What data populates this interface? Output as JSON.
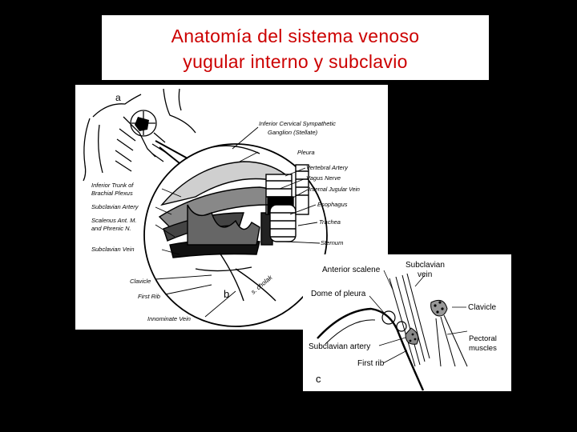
{
  "title": {
    "line1": "Anatomía del sistema venoso",
    "line2": "yugular interno y subclavio",
    "color": "#cc0000"
  },
  "figure_a": {
    "letter_a": "a",
    "letter_b": "b",
    "signature": "s. cholak",
    "labels": {
      "sympathetic_1": "Inferior Cervical Sympathetic",
      "sympathetic_2": "Ganglion (Stellate)",
      "pleura": "Pleura",
      "vertebral_artery": "Vertebral Artery",
      "vagus_nerve": "Vagus Nerve",
      "internal_jugular": "Internal Jugular Vein",
      "esophagus": "Esophagus",
      "trachea": "Trachea",
      "sternum": "Sternum",
      "trunk_1": "Inferior Trunk of",
      "trunk_2": "Brachial Plexus",
      "subclavian_artery": "Subclavian Artery",
      "scalenus_1": "Scalenus Ant. M.",
      "scalenus_2": "and Phrenic N.",
      "subclavian_vein": "Subclavian Vein",
      "clavicle": "Clavicle",
      "first_rib": "First Rib",
      "innominate_vein": "Innominate Vein"
    }
  },
  "figure_c": {
    "letter_c": "c",
    "labels": {
      "anterior_scalene": "Anterior scalene",
      "subclavian_vein_1": "Subclavian",
      "subclavian_vein_2": "vein",
      "dome_of_pleura": "Dome of pleura",
      "clavicle": "Clavicle",
      "subclavian_artery": "Subclavian artery",
      "pectoral_1": "Pectoral",
      "pectoral_2": "muscles",
      "first_rib": "First rib"
    }
  }
}
